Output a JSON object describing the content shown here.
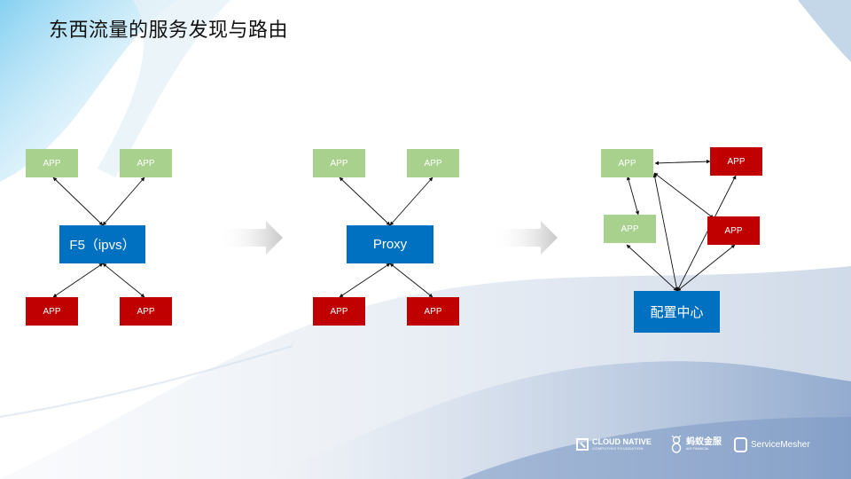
{
  "slide": {
    "title": "东西流量的服务发现与路由"
  },
  "diagram1": {
    "center_label": "F5（ipvs）",
    "top_apps": [
      "APP",
      "APP"
    ],
    "bottom_apps": [
      "APP",
      "APP"
    ]
  },
  "diagram2": {
    "center_label": "Proxy",
    "top_apps": [
      "APP",
      "APP"
    ],
    "bottom_apps": [
      "APP",
      "APP"
    ]
  },
  "diagram3": {
    "center_label": "配置中心",
    "green_apps": [
      "APP",
      "APP"
    ],
    "red_apps": [
      "APP",
      "APP"
    ]
  },
  "footer": {
    "cncf_line1": "CLOUD NATIVE",
    "cncf_line2": "COMPUTING FOUNDATION",
    "ant_line1": "蚂蚁金服",
    "ant_line2": "ANT FINANCIAL",
    "servicemesher": "ServiceMesher"
  },
  "colors": {
    "app_green": "#a9d18e",
    "app_red": "#c00000",
    "hub_blue": "#0070c0"
  }
}
